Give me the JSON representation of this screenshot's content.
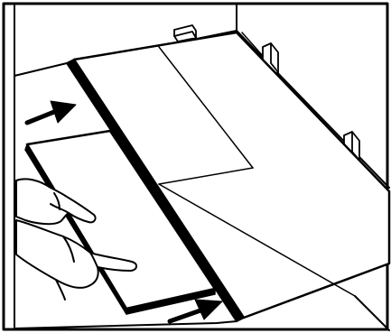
{
  "diagram": {
    "subject": "laminate-floor-plank-installation",
    "elements": [
      "room-frame",
      "wall-spacer-left",
      "wall-spacer-top-right",
      "wall-spacer-right",
      "installed-plank-row",
      "angled-plank-row",
      "new-plank-in-hands",
      "left-hand",
      "right-hand",
      "push-arrow-top-left",
      "push-arrow-bottom"
    ],
    "colors": {
      "line": "#000000",
      "background": "#ffffff"
    },
    "arrows": [
      {
        "name": "push-arrow-top-left",
        "direction": "right"
      },
      {
        "name": "push-arrow-bottom",
        "direction": "right"
      }
    ]
  }
}
